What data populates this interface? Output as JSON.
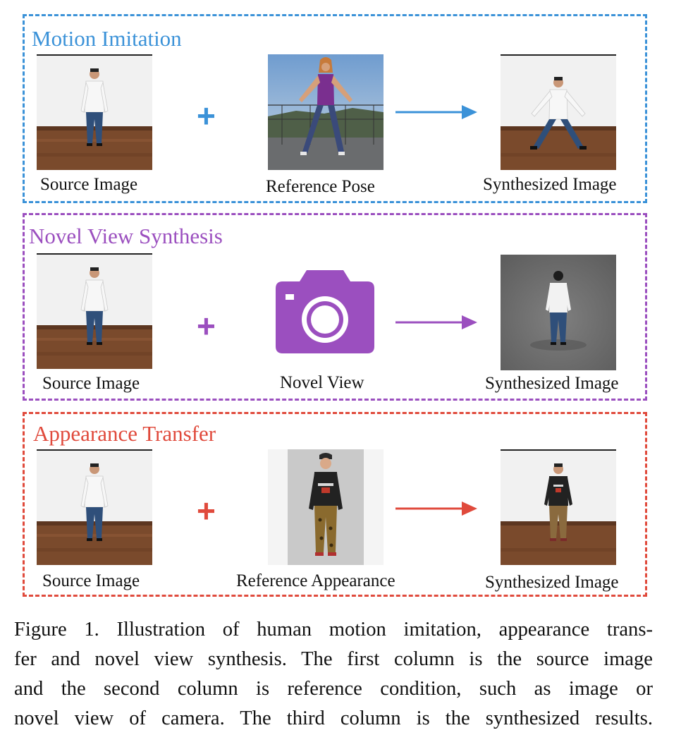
{
  "panels": [
    {
      "title": "Motion Imitation",
      "color": "#3b92d8",
      "captions": {
        "source": "Source Image",
        "reference": "Reference Pose",
        "result": "Synthesized Image"
      },
      "plus": "+"
    },
    {
      "title": "Novel View Synthesis",
      "color": "#9b4fbf",
      "captions": {
        "source": "Source Image",
        "reference": "Novel View",
        "result": "Synthesized Image"
      },
      "plus": "+",
      "reference_icon": "camera-icon"
    },
    {
      "title": "Appearance Transfer",
      "color": "#e04a3c",
      "captions": {
        "source": "Source Image",
        "reference": "Reference Appearance",
        "result": "Synthesized Image"
      },
      "plus": "+"
    }
  ],
  "figure_caption": {
    "lines": [
      "Figure 1. Illustration of human motion imitation, appearance trans-",
      "fer and novel view synthesis. The first column is the source image",
      "and the second column is reference condition, such as image or",
      "novel view of camera. The third column is the synthesized results."
    ]
  }
}
